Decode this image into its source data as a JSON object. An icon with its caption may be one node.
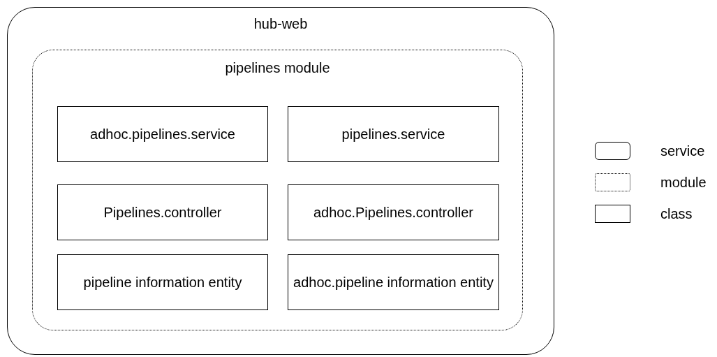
{
  "diagram": {
    "nodes": [
      {
        "text": [
          "hub-web"
        ]
      },
      {
        "text": [
          "pipelines module"
        ],
        "in": 0
      },
      {
        "text": [
          "adhoc.pipelines.service"
        ],
        "in": 1
      },
      {
        "text": [
          "pipelines.service"
        ],
        "in": 1
      },
      {
        "text": [
          "Pipelines.controller"
        ],
        "in": 1
      },
      {
        "text": [
          "adhoc.Pipelines.controller"
        ],
        "in": 1
      },
      {
        "text": [
          "pipeline information entity"
        ],
        "in": 1
      },
      {
        "text": [
          "adhoc.pipeline information entity"
        ],
        "in": 1
      }
    ],
    "legend": [
      {
        "text": "service"
      },
      {
        "text": "module"
      },
      {
        "text": "class"
      }
    ]
  }
}
